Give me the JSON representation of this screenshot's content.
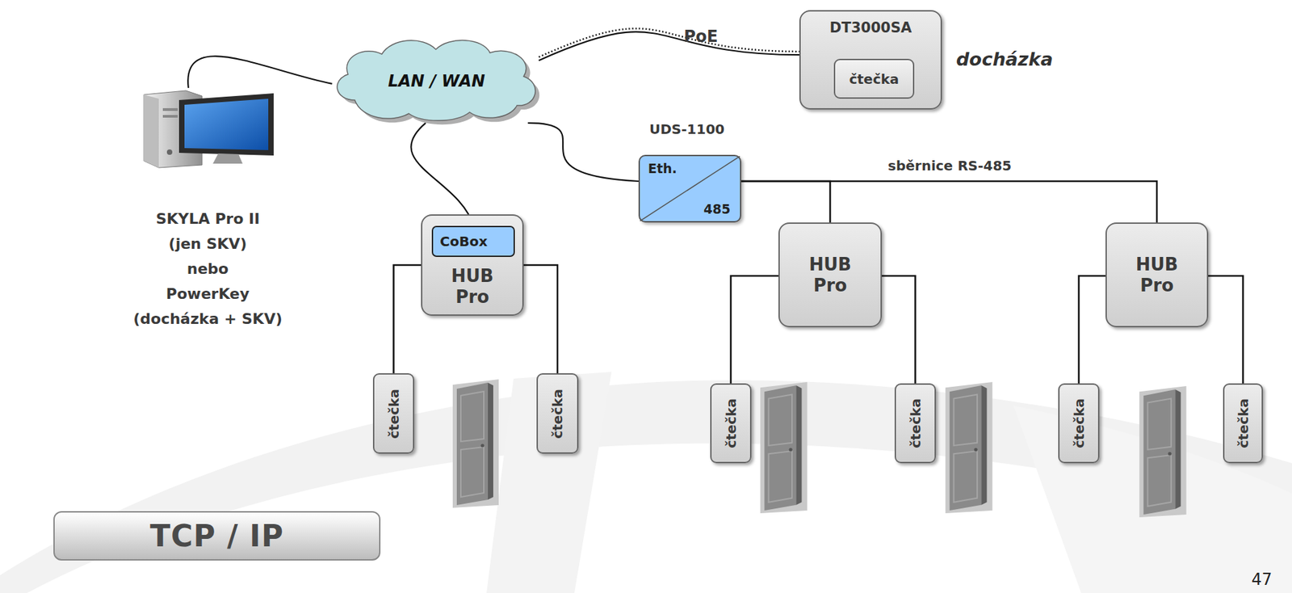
{
  "diagram": {
    "nodes": [
      {
        "text": [
          "SKYLA Pro II",
          "(jen SKV)",
          "nebo",
          "PowerKey",
          "(docházka + SKV)"
        ]
      },
      {
        "text": [
          "LAN / WAN"
        ]
      },
      {
        "text": [
          "DT3000SA"
        ]
      },
      {
        "text": [
          "čtečka"
        ],
        "in": 2
      },
      {
        "text": [
          "UDS-1100",
          "Eth.",
          "485"
        ]
      },
      {
        "text": [
          "HUB Pro"
        ]
      },
      {
        "text": [
          "CoBox"
        ],
        "in": 5
      },
      {
        "text": [
          "HUB Pro"
        ]
      },
      {
        "text": [
          "HUB Pro"
        ]
      },
      {
        "text": [
          "čtečka"
        ]
      },
      {
        "text": [
          "čtečka"
        ]
      },
      {
        "text": [
          "čtečka"
        ]
      },
      {
        "text": [
          "čtečka"
        ]
      },
      {
        "text": [
          "čtečka"
        ]
      },
      {
        "text": [
          "čtečka"
        ]
      },
      {
        "text": [
          "TCP / IP"
        ]
      }
    ],
    "edges": [
      {
        "from": 0,
        "to": 1,
        "arrow": "none"
      },
      {
        "from": 1,
        "to": 2,
        "label": "PoE",
        "arrow": "none"
      },
      {
        "from": 1,
        "to": 4,
        "arrow": "none"
      },
      {
        "from": 1,
        "to": 6,
        "arrow": "none"
      },
      {
        "from": 4,
        "to": 7,
        "arrow": "none"
      },
      {
        "from": 4,
        "to": 8,
        "arrow": "none"
      },
      {
        "from": 5,
        "to": 9,
        "arrow": "none"
      },
      {
        "from": 5,
        "to": 10,
        "arrow": "none"
      },
      {
        "from": 7,
        "to": 11,
        "arrow": "none"
      },
      {
        "from": 7,
        "to": 12,
        "arrow": "none"
      },
      {
        "from": 8,
        "to": 13,
        "arrow": "none"
      },
      {
        "from": 8,
        "to": 14,
        "arrow": "none"
      }
    ],
    "labels": [
      "docházka",
      "sběrnice RS-485",
      "47"
    ]
  }
}
